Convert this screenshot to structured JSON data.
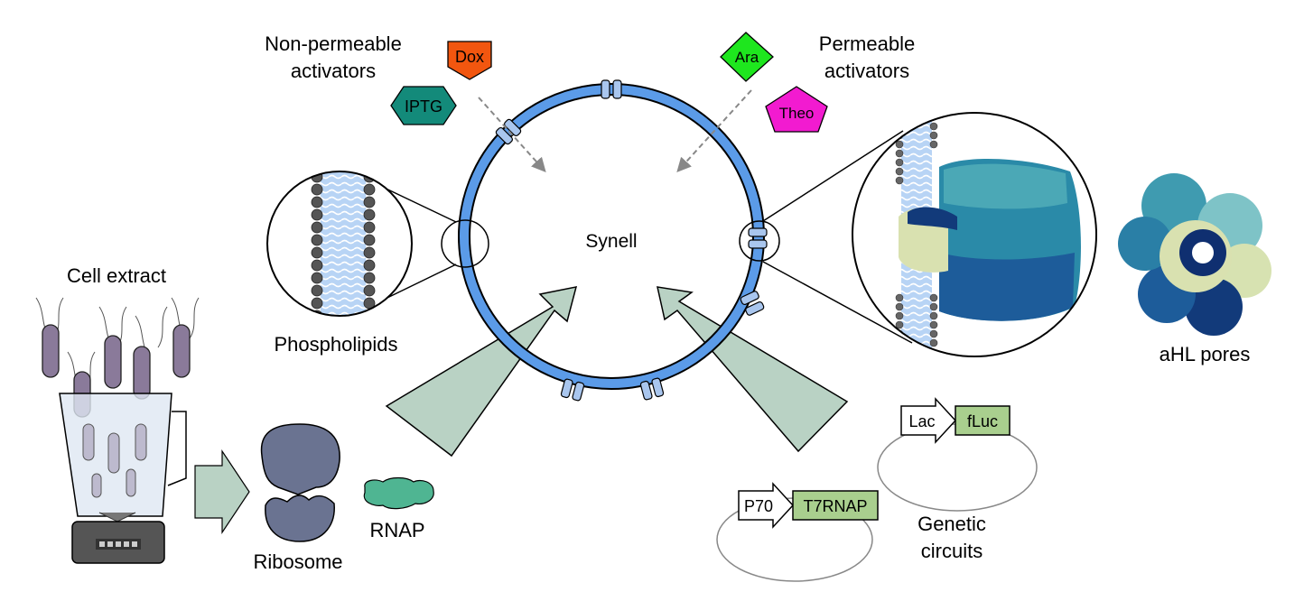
{
  "center_label": "Synell",
  "activators": {
    "non_permeable_title_line1": "Non-permeable",
    "non_permeable_title_line2": "activators",
    "permeable_title_line1": "Permeable",
    "permeable_title_line2": "activators",
    "dox": "Dox",
    "iptg": "IPTG",
    "ara": "Ara",
    "theo": "Theo"
  },
  "labels": {
    "phospholipids": "Phospholipids",
    "cell_extract": "Cell extract",
    "ribosome": "Ribosome",
    "rnap": "RNAP",
    "ahl_pores": "aHL pores",
    "genetic_circuits_line1": "Genetic",
    "genetic_circuits_line2": "circuits"
  },
  "circuits": {
    "promoter1": "Lac",
    "gene1": "fLuc",
    "promoter2": "P70",
    "gene2": "T7RNAP"
  },
  "colors": {
    "membrane": "#5b9be8",
    "dox": "#f2560f",
    "iptg": "#138a7a",
    "ara": "#1ee61e",
    "theo": "#f21bd0",
    "arrow_fill": "#b9d2c4",
    "gene_box": "#a9cf8e",
    "ribosome": "#6a7391",
    "rnap": "#4fb592"
  }
}
